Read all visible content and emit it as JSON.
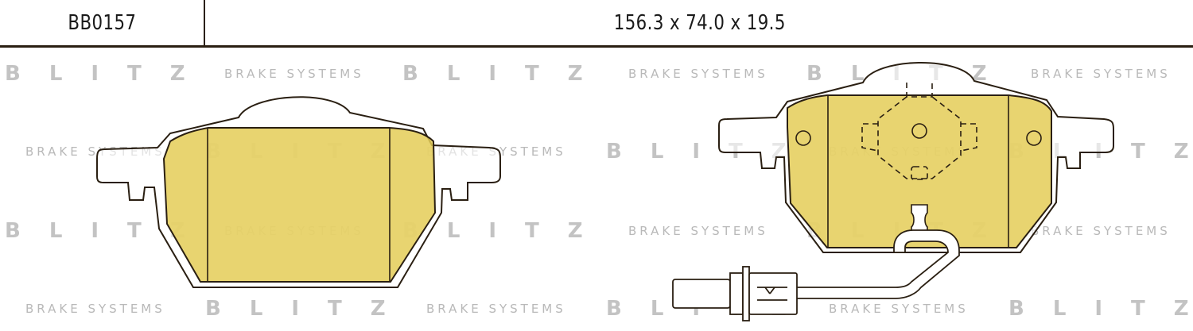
{
  "header": {
    "part_code": "BB0157",
    "dimensions": "156.3 x 74.0 x 19.5"
  },
  "watermark": {
    "brand": "BLITZ",
    "tagline": "BRAKE SYSTEMS"
  },
  "colors": {
    "pad_fill": "#e4cc57",
    "outline": "#2a1f12",
    "watermark": "#bdbdbd"
  }
}
